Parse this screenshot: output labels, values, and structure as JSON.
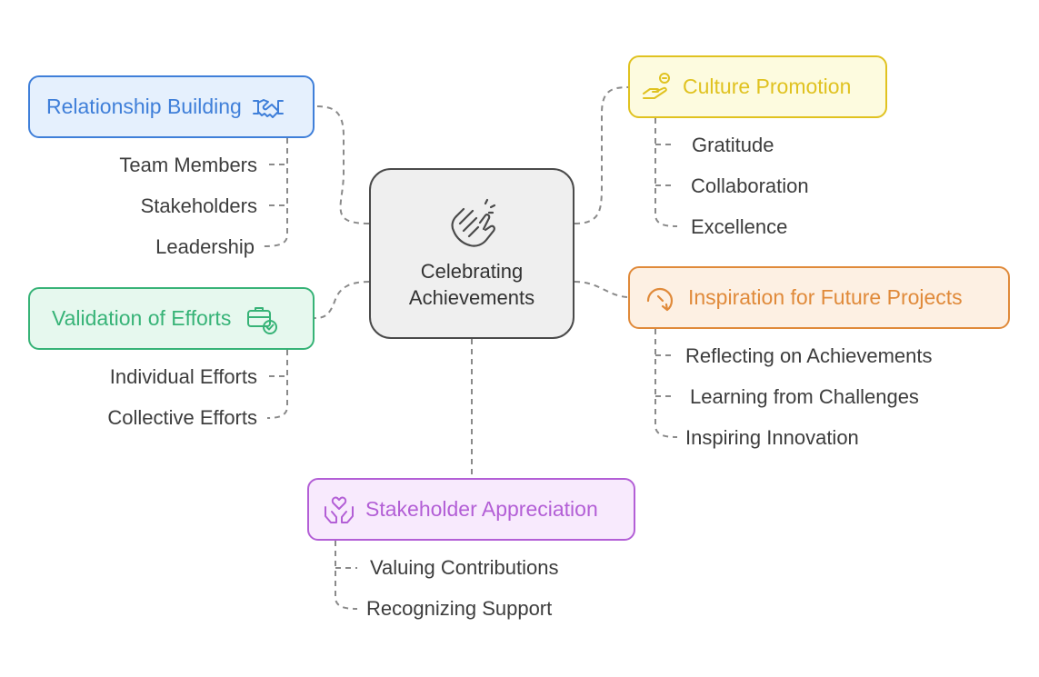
{
  "center": {
    "line1": "Celebrating",
    "line2": "Achievements",
    "icon": "clapping-hands-icon"
  },
  "branches": {
    "relationship": {
      "label": "Relationship Building",
      "icon": "handshake-icon",
      "color": "#3f7fd9",
      "fill": "#e5f0fd",
      "items": [
        "Team Members",
        "Stakeholders",
        "Leadership"
      ]
    },
    "validation": {
      "label": "Validation of Efforts",
      "icon": "briefcase-check-icon",
      "color": "#37b377",
      "fill": "#e6f8ee",
      "items": [
        "Individual Efforts",
        "Collective Efforts"
      ]
    },
    "culture": {
      "label": "Culture Promotion",
      "icon": "hand-offering-icon",
      "color": "#e0c220",
      "fill": "#fdfbdf",
      "items": [
        "Gratitude",
        "Collaboration",
        "Excellence"
      ]
    },
    "inspiration": {
      "label": "Inspiration for Future Projects",
      "icon": "circular-arrow-icon",
      "color": "#e08a3a",
      "fill": "#fdf0e3",
      "items": [
        "Reflecting on Achievements",
        "Learning from Challenges",
        "Inspiring Innovation"
      ]
    },
    "stakeholder": {
      "label": "Stakeholder Appreciation",
      "icon": "heart-hands-icon",
      "color": "#b35fd6",
      "fill": "#f8eafd",
      "items": [
        "Valuing Contributions",
        "Recognizing Support"
      ]
    }
  }
}
